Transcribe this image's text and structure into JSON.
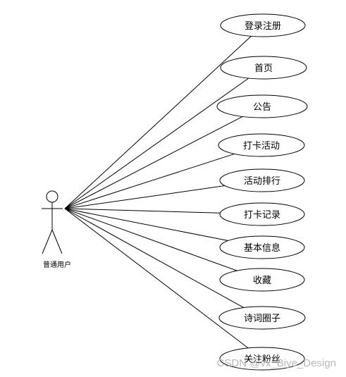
{
  "actor": {
    "label": "普通用户"
  },
  "use_cases": [
    {
      "label": "登录注册"
    },
    {
      "label": "首页"
    },
    {
      "label": "公告"
    },
    {
      "label": "打卡活动"
    },
    {
      "label": "活动排行"
    },
    {
      "label": "打卡记录"
    },
    {
      "label": "基本信息"
    },
    {
      "label": "收藏"
    },
    {
      "label": "诗词圈子"
    },
    {
      "label": "关注粉丝"
    }
  ],
  "watermark": "CSDN @vx_Biye_Design",
  "colors": {
    "line": "#000000",
    "background": "#ffffff",
    "watermark": "#b9b9b9"
  }
}
